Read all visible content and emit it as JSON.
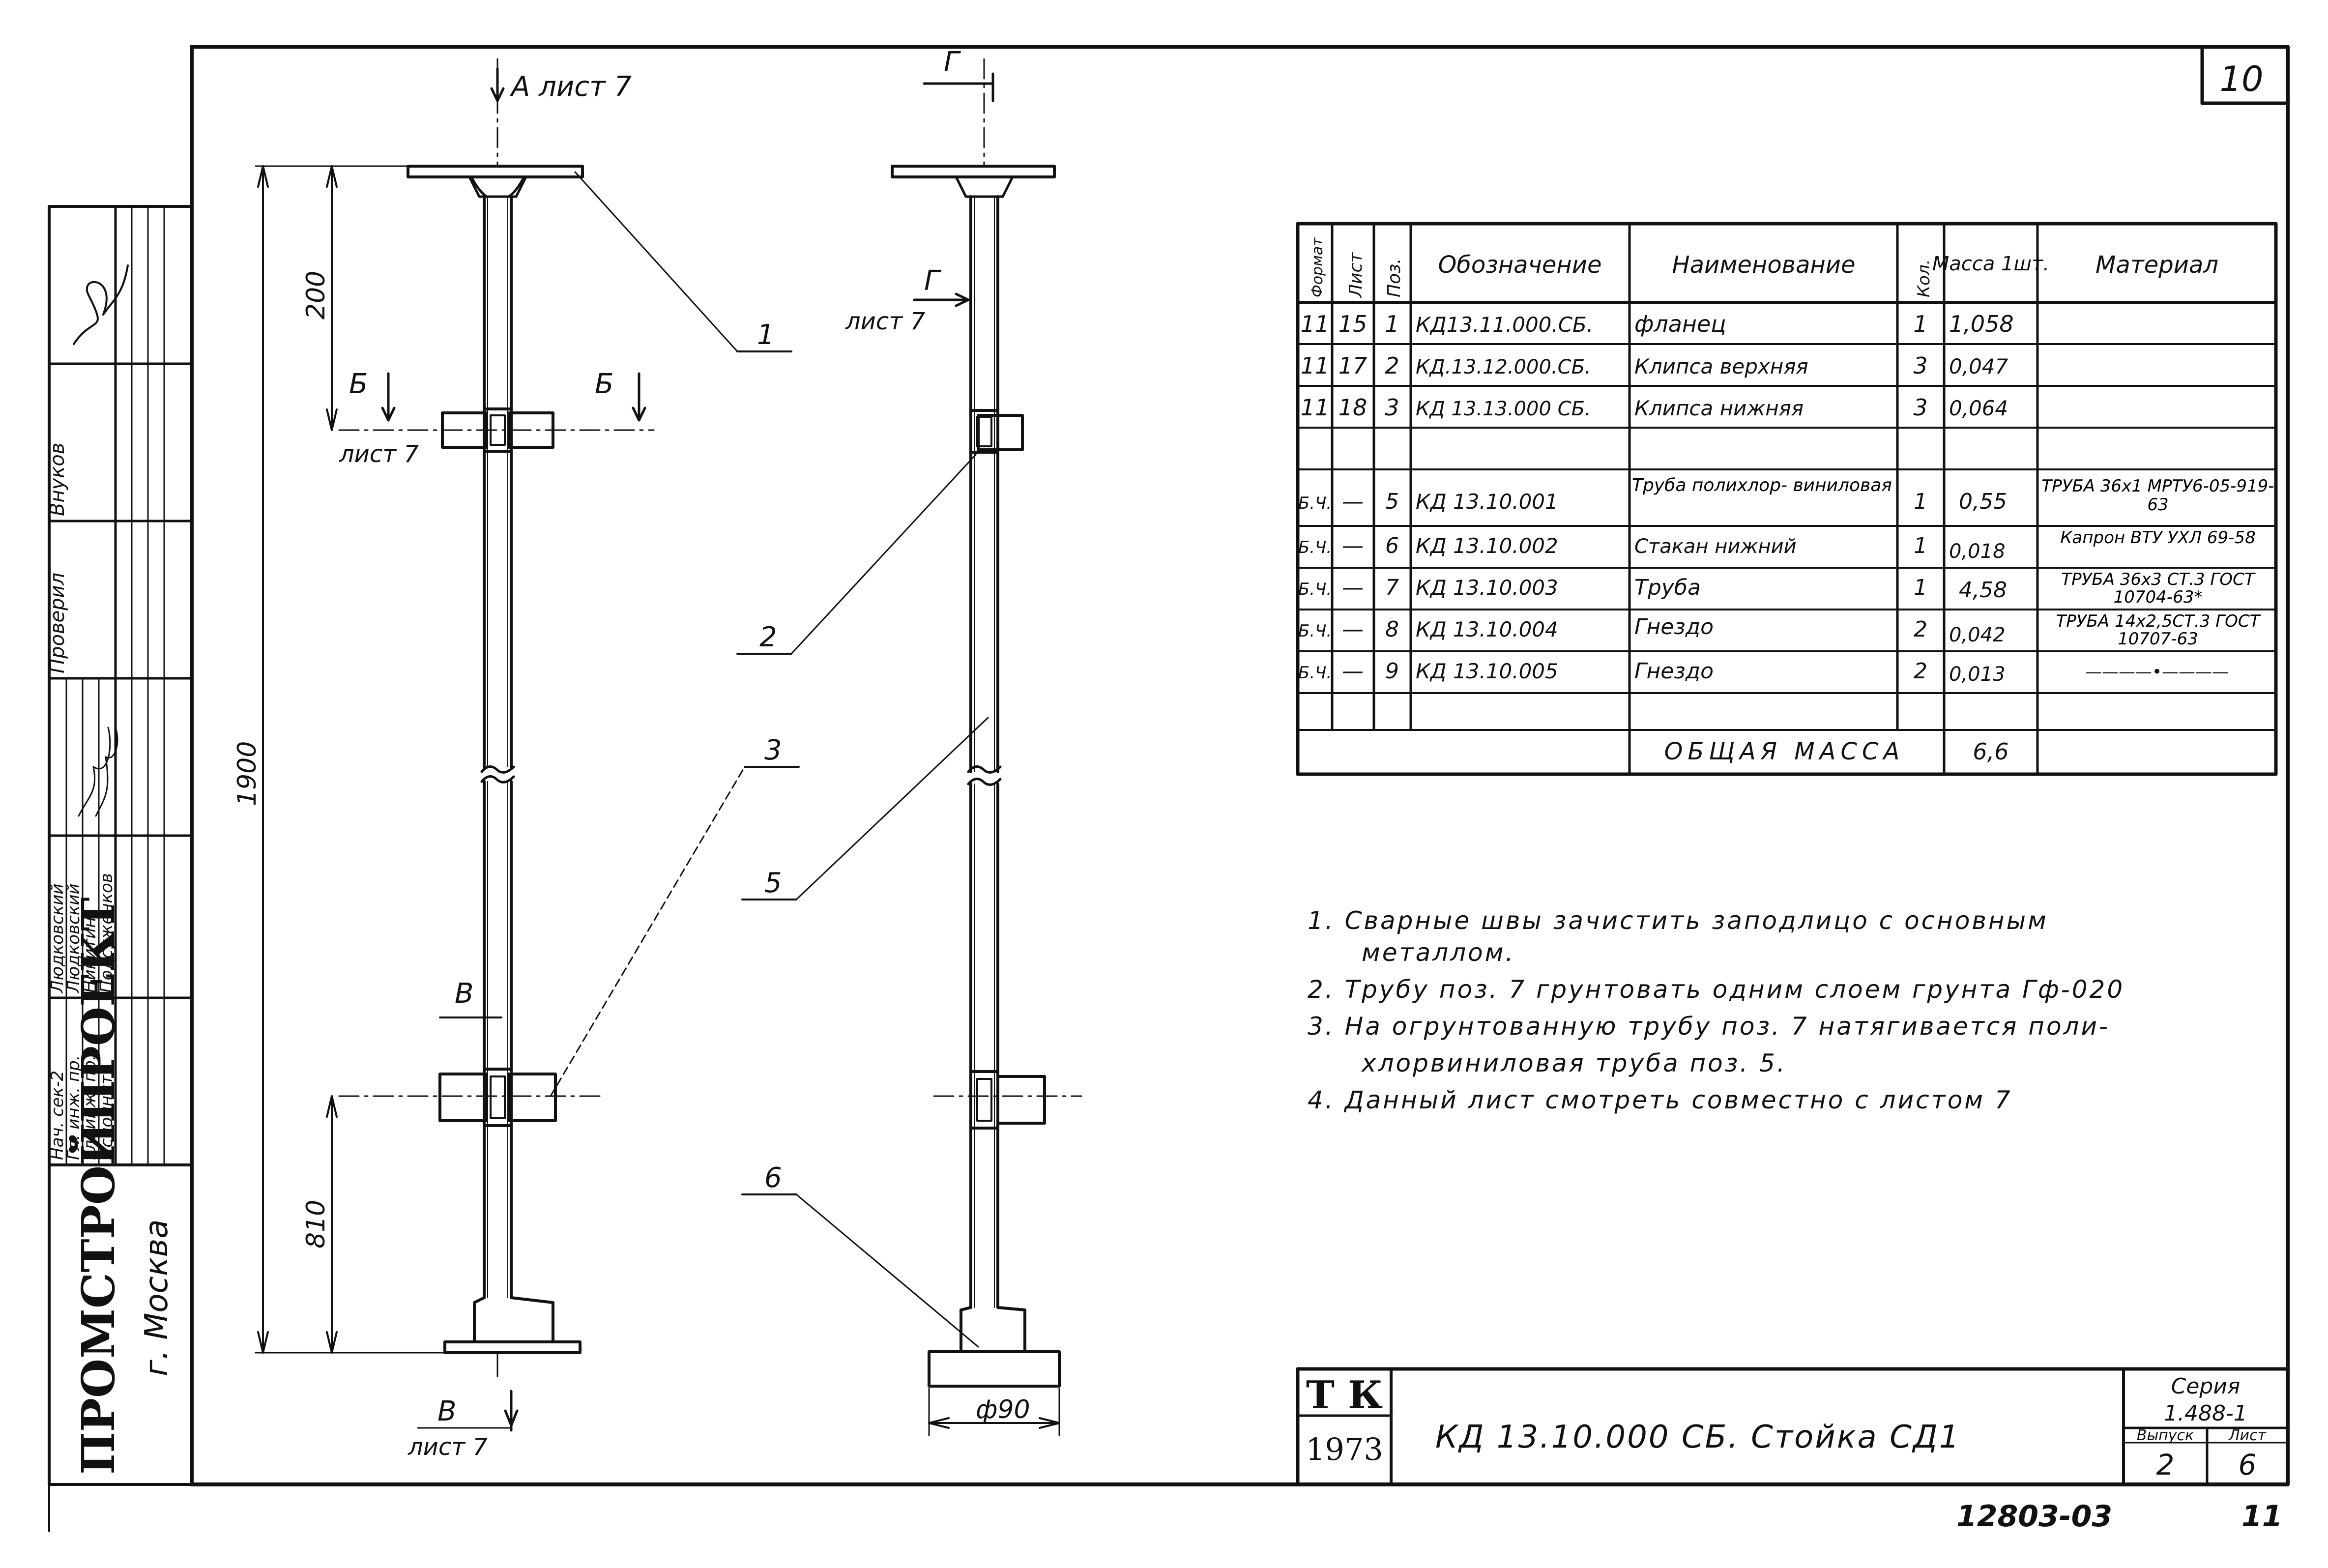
{
  "sheet_number_top": "10",
  "page_corner": "11",
  "drawing_code": "12803-03",
  "views": {
    "section_a": "А лист 7",
    "section_g_top": "Г",
    "section_g_mid": "Г",
    "section_g_ref": "лист 7",
    "section_b_left": "Б",
    "section_b_right": "Б",
    "section_b_ref": "лист 7",
    "section_v_mid": "В",
    "section_v_bottom": "В",
    "section_v_ref": "лист 7",
    "dim_200": "200",
    "dim_1900": "1900",
    "dim_bottom": "810",
    "dim_phi90": "ф90",
    "callouts": [
      "1",
      "2",
      "3",
      "5",
      "6"
    ]
  },
  "spec_table": {
    "headers": [
      "Формат",
      "Лист",
      "Поз.",
      "Обозначение",
      "Наименование",
      "Кол.",
      "Масса 1шт.",
      "Материал"
    ],
    "rows": [
      {
        "fmt": "11",
        "sheet": "15",
        "pos": "1",
        "code": "КД13.11.000.СБ.",
        "name": "фланец",
        "qty": "1",
        "mass": "1,058",
        "material": ""
      },
      {
        "fmt": "11",
        "sheet": "17",
        "pos": "2",
        "code": "КД.13.12.000.СБ.",
        "name": "Клипса верхняя",
        "qty": "3",
        "mass": "0,047",
        "material": ""
      },
      {
        "fmt": "11",
        "sheet": "18",
        "pos": "3",
        "code": "КД 13.13.000 СБ.",
        "name": "Клипса нижняя",
        "qty": "3",
        "mass": "0,064",
        "material": ""
      },
      {
        "fmt": "",
        "sheet": "",
        "pos": "",
        "code": "",
        "name": "",
        "qty": "",
        "mass": "",
        "material": ""
      },
      {
        "fmt": "Б.Ч.",
        "sheet": "—",
        "pos": "5",
        "code": "КД 13.10.001",
        "name": "Труба полихлор- виниловая",
        "qty": "1",
        "mass": "0,55",
        "material": "ТРУБА 36х1 МРТУ6-05-919-63"
      },
      {
        "fmt": "Б.Ч.",
        "sheet": "—",
        "pos": "6",
        "code": "КД 13.10.002",
        "name": "Стакан нижний",
        "qty": "1",
        "mass": "0,018",
        "material": "Капрон ВТУ УХЛ 69-58"
      },
      {
        "fmt": "Б.Ч.",
        "sheet": "—",
        "pos": "7",
        "code": "КД 13.10.003",
        "name": "Труба",
        "qty": "1",
        "mass": "4,58",
        "material": "ТРУБА 36х3 СТ.3 ГОСТ 10704-63*"
      },
      {
        "fmt": "Б.Ч.",
        "sheet": "—",
        "pos": "8",
        "code": "КД 13.10.004",
        "name": "Гнездо",
        "qty": "2",
        "mass": "0,042",
        "material": "ТРУБА 14х2,5СТ.3 ГОСТ 10707-63"
      },
      {
        "fmt": "Б.Ч.",
        "sheet": "—",
        "pos": "9",
        "code": "КД 13.10.005",
        "name": "Гнездо",
        "qty": "2",
        "mass": "0,013",
        "material": "————•————"
      },
      {
        "fmt": "",
        "sheet": "",
        "pos": "",
        "code": "",
        "name": "",
        "qty": "",
        "mass": "",
        "material": ""
      }
    ],
    "total_label": "ОБЩАЯ МАССА",
    "total_value": "6,6"
  },
  "notes": [
    "1. Сварные швы зачистить заподлицо с основным",
    "металлом.",
    "2. Трубу поз. 7 грунтовать одним слоем грунта Гф-020",
    "3. На огрунтованную трубу поз. 7 натягивается поли-",
    "хлорвиниловая труба поз. 5.",
    "4. Данный лист смотреть совместно с листом 7"
  ],
  "title_block": {
    "logo_top": "Т К",
    "logo_year": "1973",
    "title": "КД 13.10.000 СБ. Стойка СД1",
    "series_label": "Серия",
    "series_value": "1.488-1",
    "issue_label": "Выпуск",
    "sheet_label": "Лист",
    "issue_value": "2",
    "sheet_value": "6"
  },
  "side_stamp": {
    "org": "ПРОМСТРОЙПРОЕКТ",
    "city": "г. Москва",
    "roles": [
      "Нач. сек-2",
      "Гл. инж. пр.",
      "Гл. инж. пр.",
      "Исполнит."
    ],
    "names": [
      "Людковский",
      "Людковский",
      "Никитин",
      "Подсуженков"
    ],
    "checked_label": "Проверил",
    "checked_name": "Внуков"
  }
}
